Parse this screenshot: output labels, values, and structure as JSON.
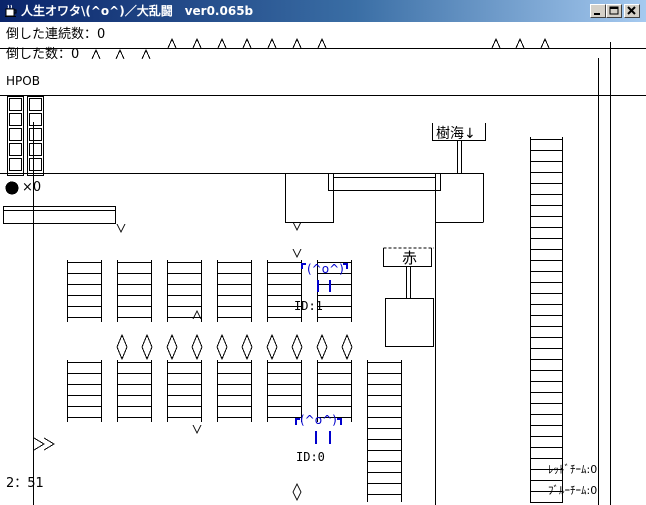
{
  "window": {
    "title": "人生オワタ\\(^o^)／大乱闘　ver0.065b",
    "icon": "coffee-cup-icon",
    "controls": [
      "minimize-icon",
      "maximize-icon",
      "close-icon"
    ]
  },
  "hud": {
    "combo_label": "倒した連続数：",
    "combo_value": "0",
    "kills_label": "倒した数：",
    "kills_value": "0",
    "hp_label": "HPOB",
    "hp_blocks": 5,
    "bomb_symbol": "●",
    "bomb_count_text": "×0",
    "timer": "2：51"
  },
  "score": {
    "red_team": "ﾚｯﾄﾞﾁｰﾑ:0",
    "blue_team": "ﾌﾞﾙｰﾁｰﾑ:0"
  },
  "signs": {
    "forest": "樹海↓",
    "red": "赤"
  },
  "players": [
    {
      "face": "(^o^)",
      "id_label": "ID:1",
      "color": "#0000cc",
      "role": "player"
    },
    {
      "face": "(^o^)",
      "id_label": "ID:0",
      "color": "#0000cc",
      "role": "player"
    }
  ],
  "misc": {
    "arrow_text": ">>"
  },
  "colors": {
    "player": "#0000cc",
    "titlebar_start": "#0a246a",
    "titlebar_end": "#a6caf0",
    "ground": "#000000"
  }
}
